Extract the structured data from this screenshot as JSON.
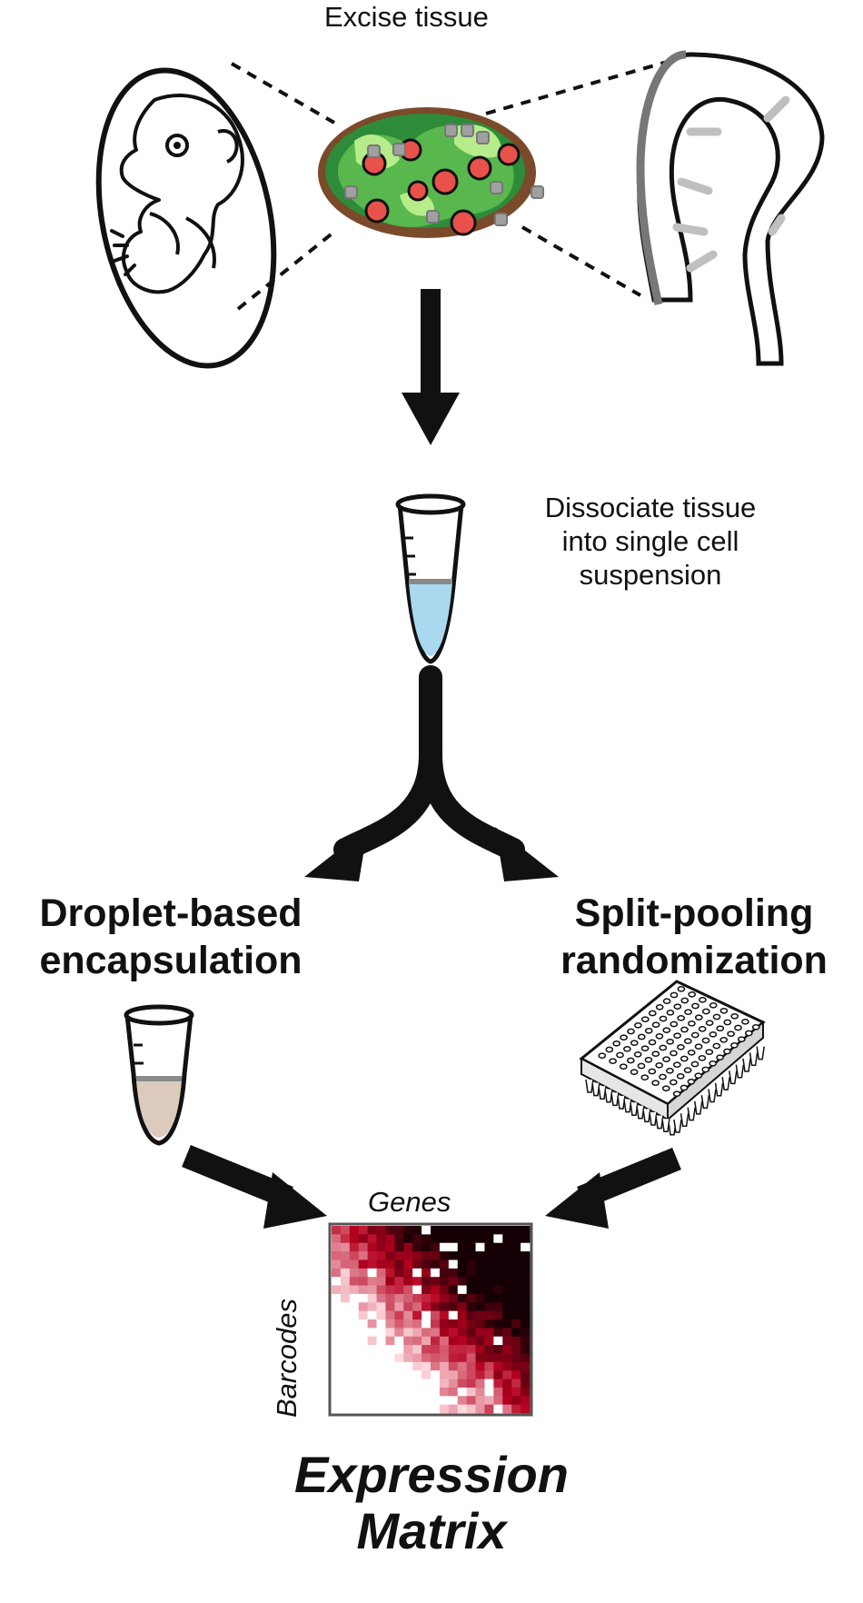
{
  "steps": {
    "excise": "Excise tissue",
    "dissociate": [
      "Dissociate tissue",
      "into single cell",
      "suspension"
    ],
    "droplet": [
      "Droplet-based",
      "encapsulation"
    ],
    "split": [
      "Split-pooling",
      "randomization"
    ]
  },
  "matrix": {
    "x_label": "Genes",
    "y_label": "Barcodes",
    "title": [
      "Expression",
      "Matrix"
    ]
  },
  "colors": {
    "tissue_green": "#4caf50",
    "tissue_light": "#a8e07a",
    "cell_red": "#e8524a",
    "liquid_blue": "#a9d8ef",
    "liquid_beige": "#dccbbd",
    "matrix_dark": "#1a0000",
    "matrix_red": "#b3001b"
  },
  "icons": [
    "embryo-icon",
    "kidney-icon",
    "tissue-icon",
    "tube-icon",
    "well-plate-icon",
    "heatmap-icon",
    "arrow-icon"
  ]
}
